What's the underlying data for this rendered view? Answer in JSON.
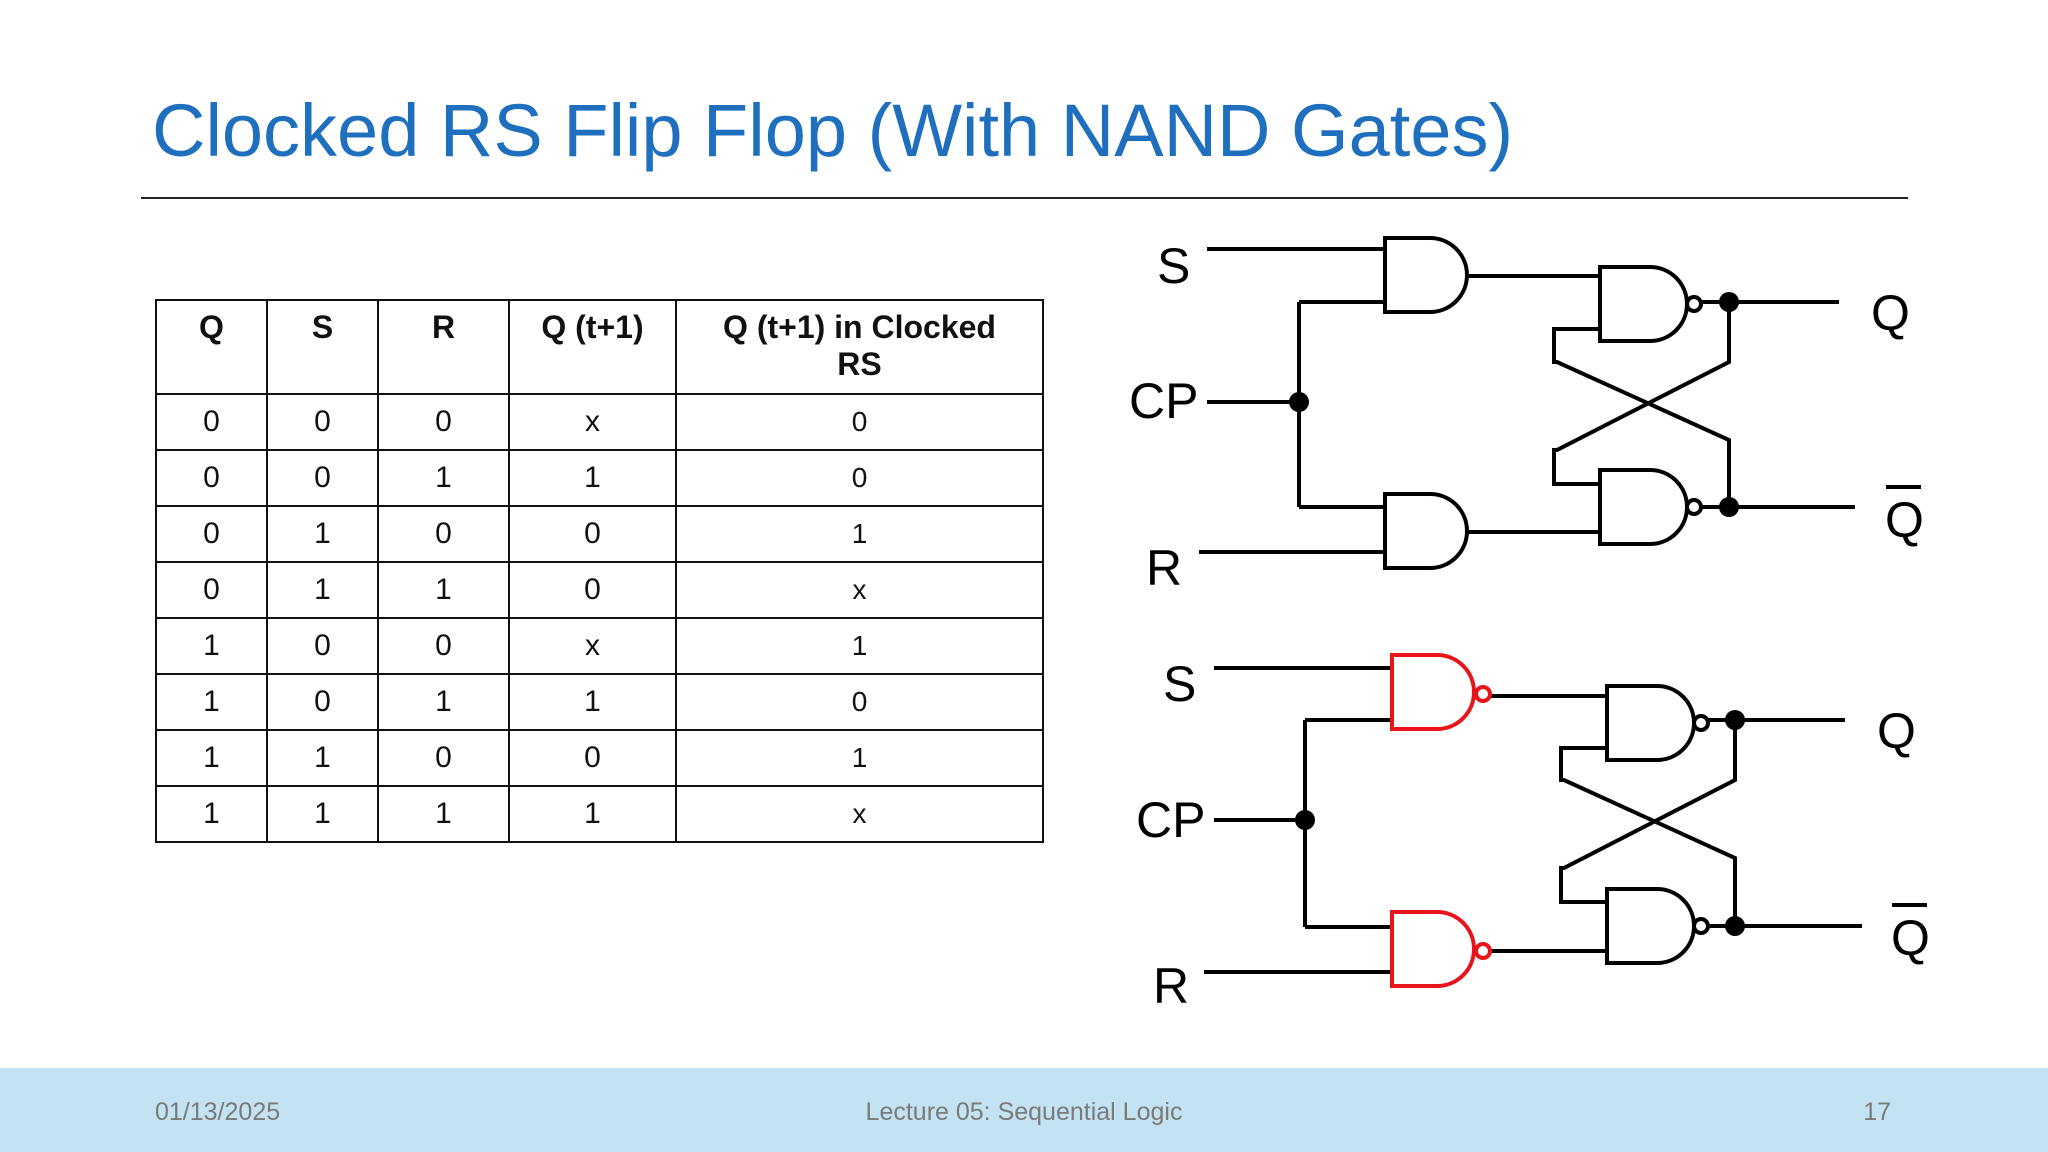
{
  "slide": {
    "title": "Clocked RS Flip Flop (With NAND Gates)"
  },
  "truth_table": {
    "headers": [
      "Q",
      "S",
      "R",
      "Q (t+1)",
      "Q (t+1) in Clocked RS"
    ],
    "rows": [
      [
        "0",
        "0",
        "0",
        "x",
        "0"
      ],
      [
        "0",
        "0",
        "1",
        "1",
        "0"
      ],
      [
        "0",
        "1",
        "0",
        "0",
        "1"
      ],
      [
        "0",
        "1",
        "1",
        "0",
        "x"
      ],
      [
        "1",
        "0",
        "0",
        "x",
        "1"
      ],
      [
        "1",
        "0",
        "1",
        "1",
        "0"
      ],
      [
        "1",
        "1",
        "0",
        "0",
        "1"
      ],
      [
        "1",
        "1",
        "1",
        "1",
        "x"
      ]
    ]
  },
  "diagram_top": {
    "labels": {
      "s": "S",
      "cp": "CP",
      "r": "R",
      "q": "Q",
      "qbar": "Q"
    },
    "gate_color": "#000000"
  },
  "diagram_bottom": {
    "labels": {
      "s": "S",
      "cp": "CP",
      "r": "R",
      "q": "Q",
      "qbar": "Q"
    },
    "highlight_color": "#e8141b"
  },
  "footer": {
    "date": "01/13/2025",
    "center": "Lecture 05: Sequential Logic",
    "page": "17"
  }
}
